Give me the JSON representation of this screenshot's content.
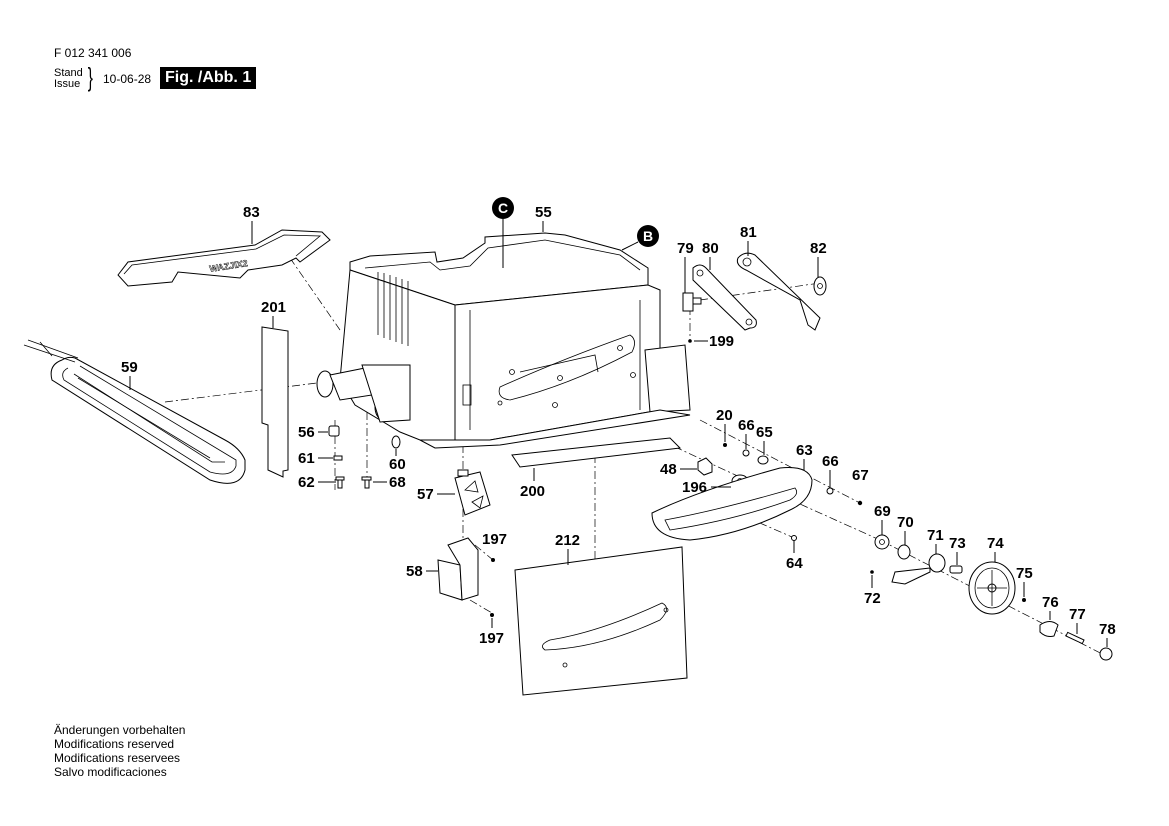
{
  "header": {
    "document_number": "F 012 341 006",
    "stand_label": "Stand",
    "issue_label": "Issue",
    "brace": "}",
    "date": "10-06-28",
    "figure_label": "Fig. /Abb. 1"
  },
  "footer": {
    "lines": [
      "Änderungen vorbehalten",
      "Modifications reserved",
      "Modifications reservees",
      "Salvo modificaciones"
    ]
  },
  "diagram": {
    "title": "Exploded parts view - table saw base",
    "callouts": {
      "C": "C",
      "B": "B"
    },
    "wrench_text": "WAZJIX2",
    "parts": {
      "p83": "83",
      "p55": "55",
      "p79": "79",
      "p80": "80",
      "p81": "81",
      "p82": "82",
      "p199": "199",
      "p201": "201",
      "p59": "59",
      "p56": "56",
      "p61": "61",
      "p62": "62",
      "p60": "60",
      "p68": "68",
      "p57": "57",
      "p58": "58",
      "p197a": "197",
      "p197b": "197",
      "p200": "200",
      "p212": "212",
      "p48": "48",
      "p196": "196",
      "p20": "20",
      "p66a": "66",
      "p65": "65",
      "p63": "63",
      "p66b": "66",
      "p67": "67",
      "p64": "64",
      "p69": "69",
      "p70": "70",
      "p71": "71",
      "p72": "72",
      "p73": "73",
      "p74": "74",
      "p75": "75",
      "p76": "76",
      "p77": "77",
      "p78": "78"
    }
  }
}
